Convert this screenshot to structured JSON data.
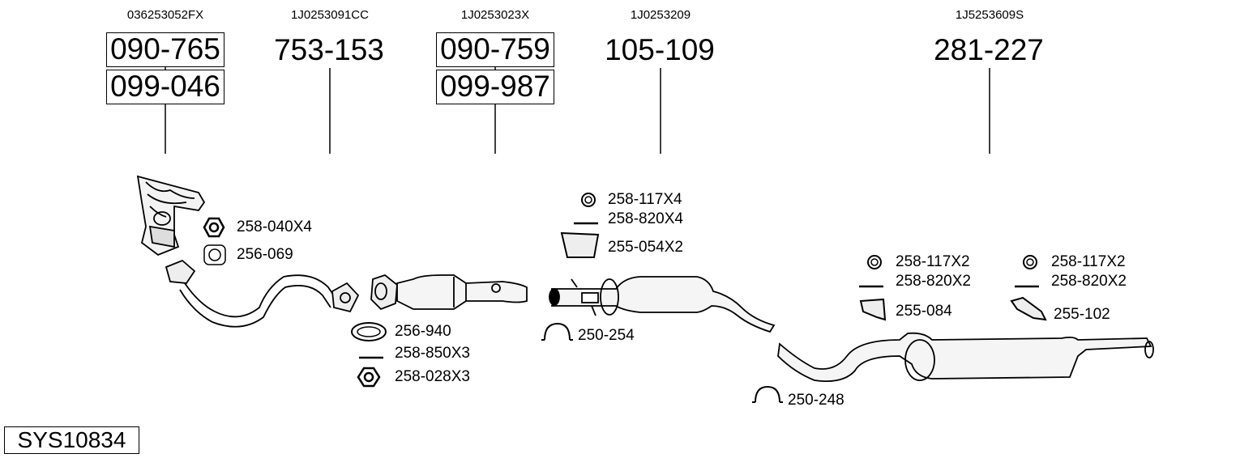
{
  "oe_numbers": [
    "036253052FX",
    "1J0253091CC",
    "1J0253023X",
    "1J0253209",
    "1J5253609S"
  ],
  "main_parts": {
    "manifold_cat": [
      "090-765",
      "099-046"
    ],
    "front_pipe": "753-153",
    "catalyst": [
      "090-759",
      "099-987"
    ],
    "middle_silencer": "105-109",
    "rear_silencer": "281-227"
  },
  "fittings": {
    "manifold": [
      "258-040X4",
      "256-069"
    ],
    "front_pipe": [
      "256-940",
      "258-850X3",
      "258-028X3"
    ],
    "middle": [
      "258-117X4",
      "258-820X4",
      "255-054X2",
      "250-254"
    ],
    "rear_a": [
      "258-117X2",
      "258-820X2",
      "255-084"
    ],
    "rear_b": [
      "258-117X2",
      "258-820X2",
      "255-102"
    ],
    "rear_clamp": "250-248"
  },
  "system_id": "SYS10834"
}
